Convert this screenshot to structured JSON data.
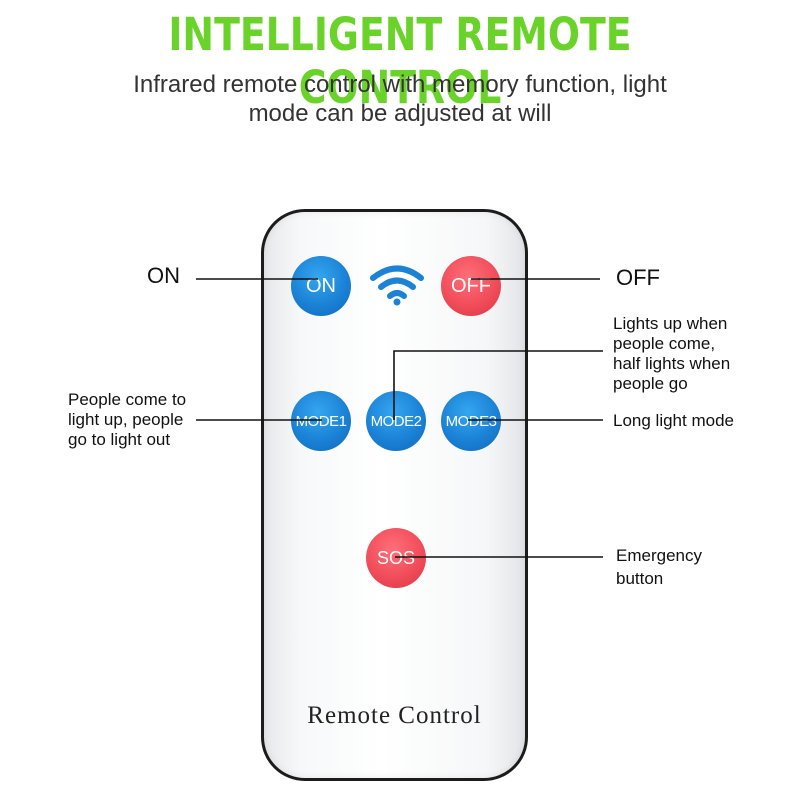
{
  "header": {
    "title": "INTELLIGENT REMOTE CONTROL",
    "subtitle_line1": "Infrared remote control with memory function, light",
    "subtitle_line2": "mode can be adjusted at will"
  },
  "remote": {
    "label": "Remote Control",
    "buttons": {
      "on": "ON",
      "off": "OFF",
      "mode1": "MODE1",
      "mode2": "MODE2",
      "mode3": "MODE3",
      "sos": "SOS"
    },
    "colors": {
      "blue": "#1b82d6",
      "red": "#ef4a57",
      "headline_green": "#6ad32a"
    },
    "icon": "wifi-signal-icon"
  },
  "callouts": {
    "on": "ON",
    "off": "OFF",
    "mode1_l1": "People come to",
    "mode1_l2": "light up, people",
    "mode1_l3": "go to light out",
    "mode2_l1": "Lights up when",
    "mode2_l2": "people come,",
    "mode2_l3": "half lights when",
    "mode2_l4": "people go",
    "mode3": "Long light mode",
    "sos_l1": "Emergency",
    "sos_l2": "button"
  }
}
